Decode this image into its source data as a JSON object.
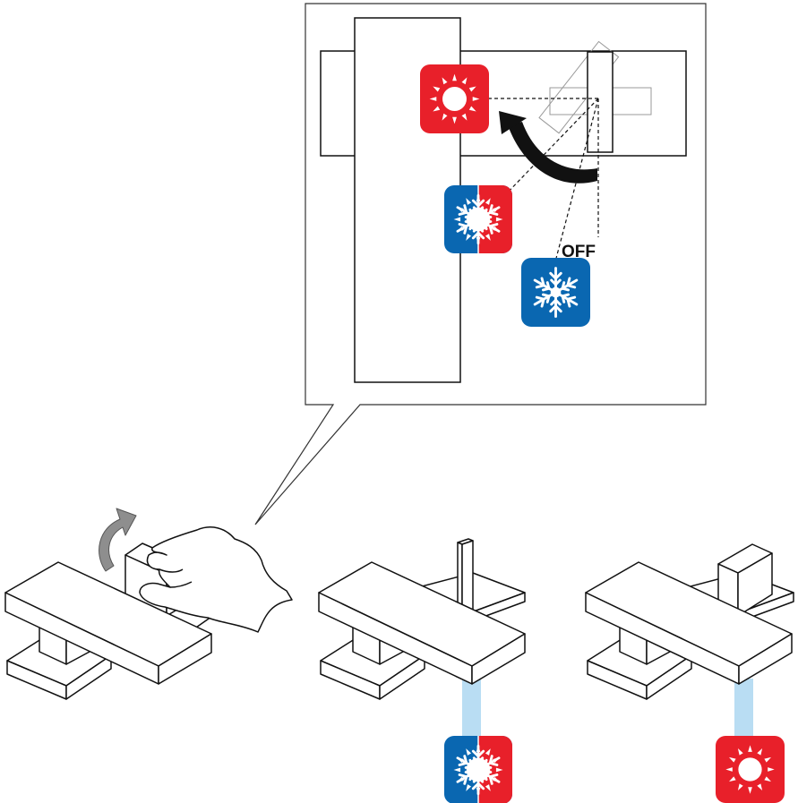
{
  "labels": {
    "off": "OFF"
  },
  "modes": [
    {
      "id": "heat",
      "icon": "sun-icon",
      "color": "#e8202a"
    },
    {
      "id": "mix",
      "icon": "snowflake-sun-icon",
      "colors": [
        "#0a67b1",
        "#e8202a"
      ]
    },
    {
      "id": "cool",
      "icon": "snowflake-icon",
      "color": "#0a67b1"
    },
    {
      "id": "off",
      "icon": "none"
    }
  ],
  "steps": [
    {
      "id": "grab-lever",
      "icon": "hand-icon"
    },
    {
      "id": "lever-raised",
      "result_mode": "mix"
    },
    {
      "id": "lever-forward",
      "result_mode": "heat"
    }
  ],
  "colors": {
    "heat": "#e8202a",
    "cool": "#0a67b1",
    "airflow": "#b9ddf3",
    "arrow_grey": "#8e8e8e"
  }
}
